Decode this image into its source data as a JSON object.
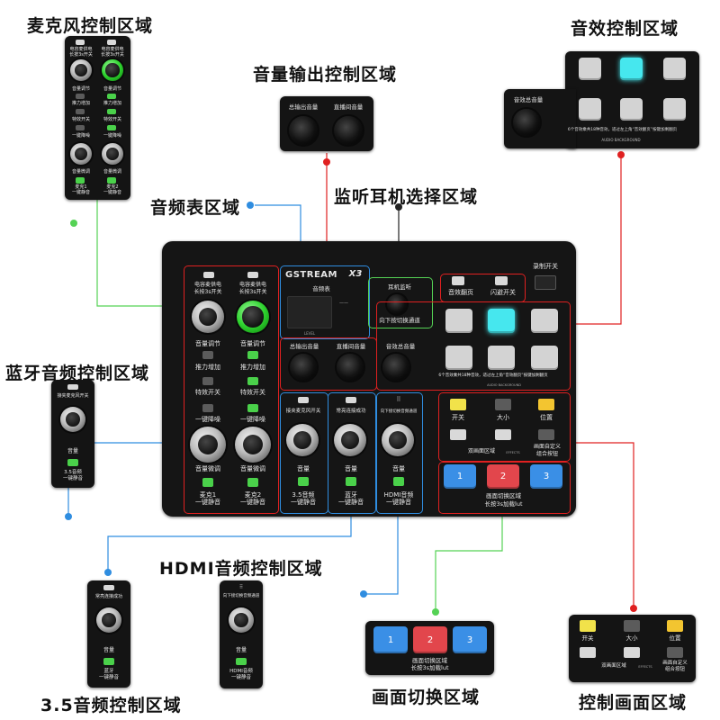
{
  "colors": {
    "red": "#e02020",
    "blue": "#2f8de0",
    "green": "#55d255",
    "cyan": "#46e7ee"
  },
  "callouts": {
    "mic": "麦克风控制区域",
    "volume_out": "音量输出控制区域",
    "effects": "音效控制区域",
    "audio_meter": "音频表区域",
    "monitor": "监听耳机选择区域",
    "bluetooth": "蓝牙音频控制区域",
    "hdmi": "HDMI音频控制区域",
    "jack35": "3.5音频控制区域",
    "scene_switch": "画面切换区域",
    "screen_control": "控制画面区域"
  },
  "device": {
    "brand": "GSTREAM",
    "model": "X3",
    "meter_label": "音频表",
    "level_label": "LEVEL",
    "mic": {
      "ch1_power": "电容麦供电\n长按3s开关",
      "ch2_power": "电容麦供电\n长按3s开关",
      "volume_adjust": "音量调节",
      "push_boost": "推力增加",
      "effect_switch": "特效开关",
      "noise_reduce": "一键降噪",
      "fine_tune": "音量微调",
      "mute1": "麦克1\n一键静音",
      "mute2": "麦克2\n一键静音"
    },
    "output": {
      "total": "总输出音量",
      "live_listen": "直播间音量"
    },
    "monitor": {
      "title": "耳机监听",
      "hint": "向下按切换通道"
    },
    "effects": {
      "flip": "音效翻页",
      "dodge": "闪避开关",
      "record": "录制开关",
      "fx_volume": "音效总音量",
      "desc": "6个音效乘共18种音效，适过左上角“音效翻页”按键加剩翻页",
      "backing": "AUDIO BACKGROUND",
      "pads": [
        "",
        "",
        "",
        "",
        "",
        ""
      ]
    },
    "jack": {
      "top": "接夹麦克风开关",
      "volume": "音量",
      "mute": "3.5音频\n一键静音"
    },
    "bt": {
      "top": "常亮连接成功",
      "volume": "音量",
      "mute": "蓝牙\n一键静音"
    },
    "hdmi": {
      "top": "向下接切换音频通道",
      "volume": "音量",
      "mute": "HDMI音频\n一键静音"
    },
    "screen": {
      "on_off": "开关",
      "size": "大小",
      "position": "位置",
      "dual": "双画面区域",
      "effects_tag": "EFFECTS",
      "custom": "画面自定义\n组合按钮"
    },
    "scenes": {
      "buttons": [
        "1",
        "2",
        "3"
      ],
      "label": "画面切换区域",
      "hint": "长按3s加载lut"
    }
  },
  "bt_panel": {
    "top": "接夹麦克风开关",
    "volume": "音量",
    "mute": "3.5音频\n一键静音"
  },
  "jack_panel": {
    "top": "常亮连接成功",
    "volume": "音量",
    "mute": "蓝牙\n一键静音"
  },
  "hdmi_panel": {
    "top": "向下接切换音频通道",
    "volume": "音量",
    "mute": "HDMI音频\n一键静音"
  },
  "scene_panel": {
    "buttons": [
      "1",
      "2",
      "3"
    ],
    "label": "画面切换区域",
    "hint": "长按3s加载lut"
  },
  "screen_panel": {
    "on_off": "开关",
    "size": "大小",
    "position": "位置",
    "dual": "双画面区域",
    "effects_tag": "EFFECTS",
    "custom": "画面自定义\n组合按钮"
  },
  "volume_panel": {
    "total": "总输出音量",
    "live_listen": "直播间音量"
  },
  "effects_panel": {
    "fx_volume": "音效总音量",
    "desc": "6个音效乘共18种音效，适过左上角“音效翻页”按键加剩翻页",
    "backing": "AUDIO BACKGROUND"
  },
  "mic_panel": {
    "ch_power": "电容麦供电\n长按3s开关",
    "volume_adjust": "音量调节",
    "push_boost": "推力增加",
    "effect_switch": "特效开关",
    "noise_reduce": "一键降噪",
    "fine_tune": "音量微调",
    "mute1": "麦克1\n一键静音",
    "mute2": "麦克2\n一键静音"
  }
}
